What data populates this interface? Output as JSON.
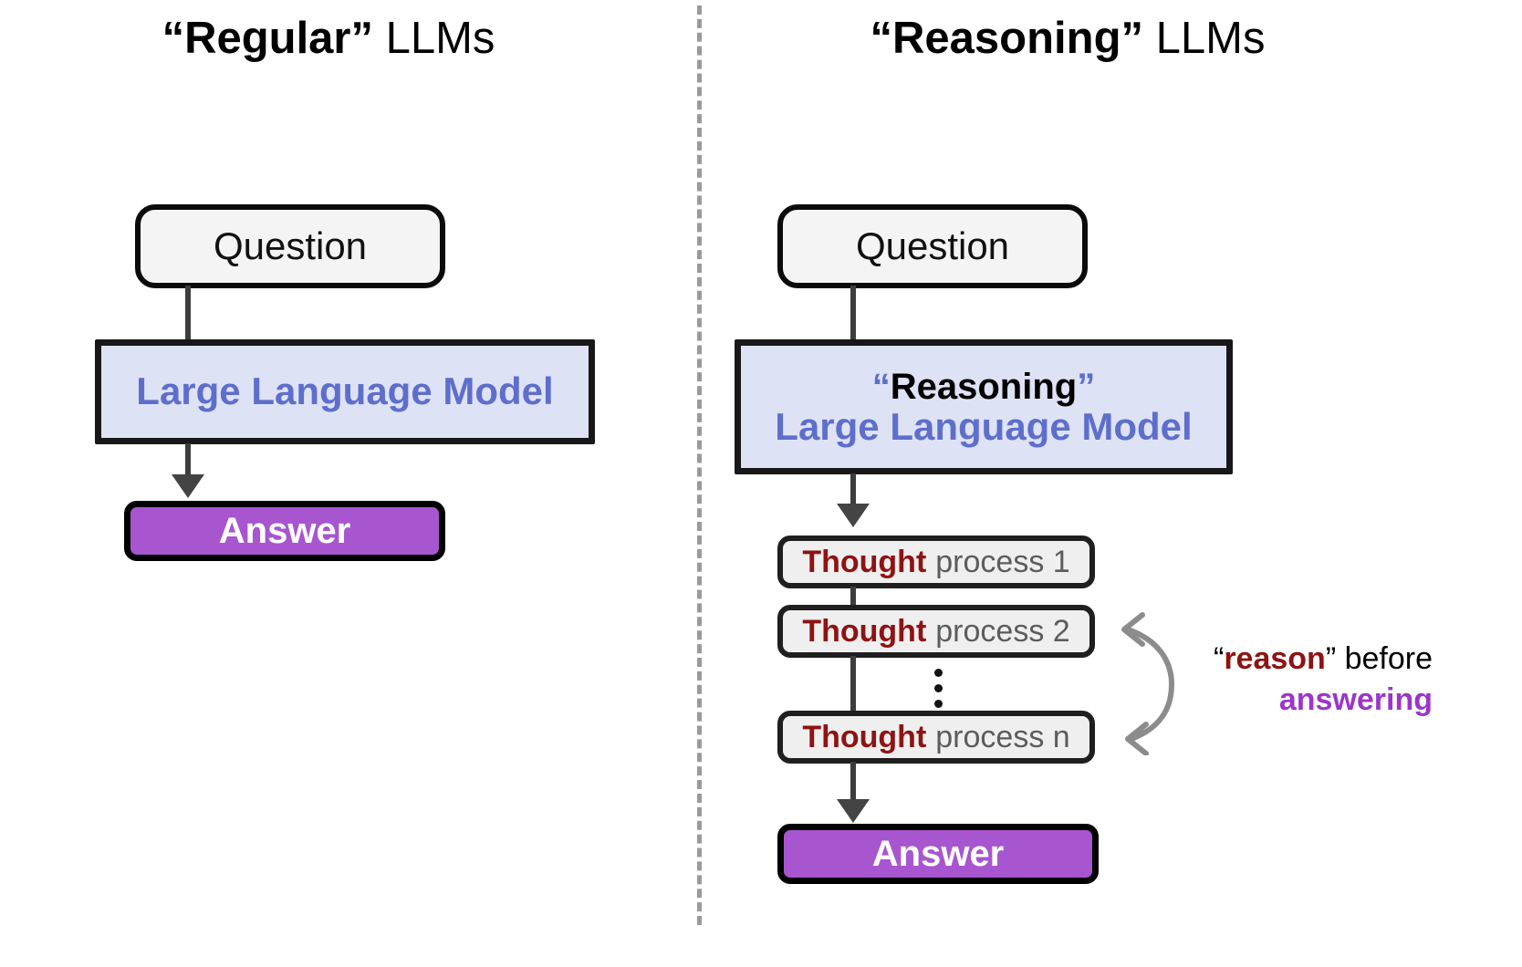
{
  "diagram": {
    "panels": [
      {
        "id": "regular",
        "title_quoted": "“Regular”",
        "title_rest": " LLMs",
        "nodes": {
          "question": "Question",
          "llm_main": "Large Language Model",
          "answer": "Answer"
        }
      },
      {
        "id": "reasoning",
        "title_quoted": "“Reasoning”",
        "title_rest": " LLMs",
        "nodes": {
          "question": "Question",
          "llm_kicker_open": "“",
          "llm_kicker_word": "Reasoning",
          "llm_kicker_close": "”",
          "llm_main": "Large Language Model",
          "answer": "Answer"
        },
        "thoughts": [
          {
            "bold": "Thought",
            "rest": "process 1"
          },
          {
            "bold": "Thought",
            "rest": "process 2"
          },
          {
            "bold": "Thought",
            "rest": "process n"
          }
        ],
        "ellipsis": "⋮",
        "annotation": {
          "line1_open_quote": "“",
          "line1_bold": "reason",
          "line1_close_quote": "”",
          "line1_rest": " before",
          "line2": "answering"
        }
      }
    ],
    "colors": {
      "llm_box_fill": "#dee2f5",
      "llm_text": "#5e6ecb",
      "answer_fill": "#a855d0",
      "thought_bold": "#8e1313",
      "thought_rest": "#5c5c5c",
      "answering_purple": "#9b36c9",
      "divider": "#9a9a9a",
      "connector": "#3d3d3d",
      "question_fill": "#f4f4f4",
      "thought_fill": "#efefef"
    }
  }
}
